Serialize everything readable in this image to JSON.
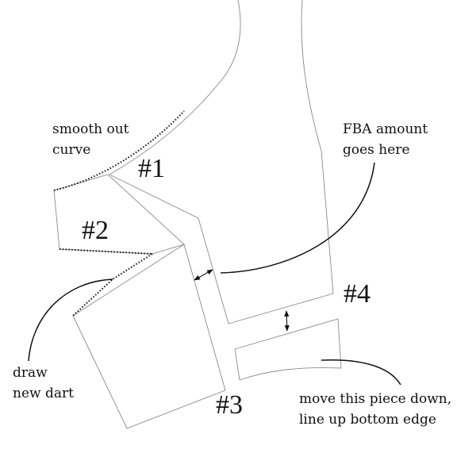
{
  "labels": {
    "piece1": "#1",
    "piece2": "#2",
    "piece3": "#3",
    "piece4": "#4"
  },
  "notes": {
    "smooth": [
      "smooth out",
      "curve"
    ],
    "fba": [
      "FBA amount",
      "goes here"
    ],
    "dart": [
      "draw",
      "new dart"
    ],
    "move": [
      "move this piece down,",
      "line up bottom edge"
    ]
  },
  "colors": {
    "outline": "#8a8a8a",
    "ink": "#111111"
  }
}
